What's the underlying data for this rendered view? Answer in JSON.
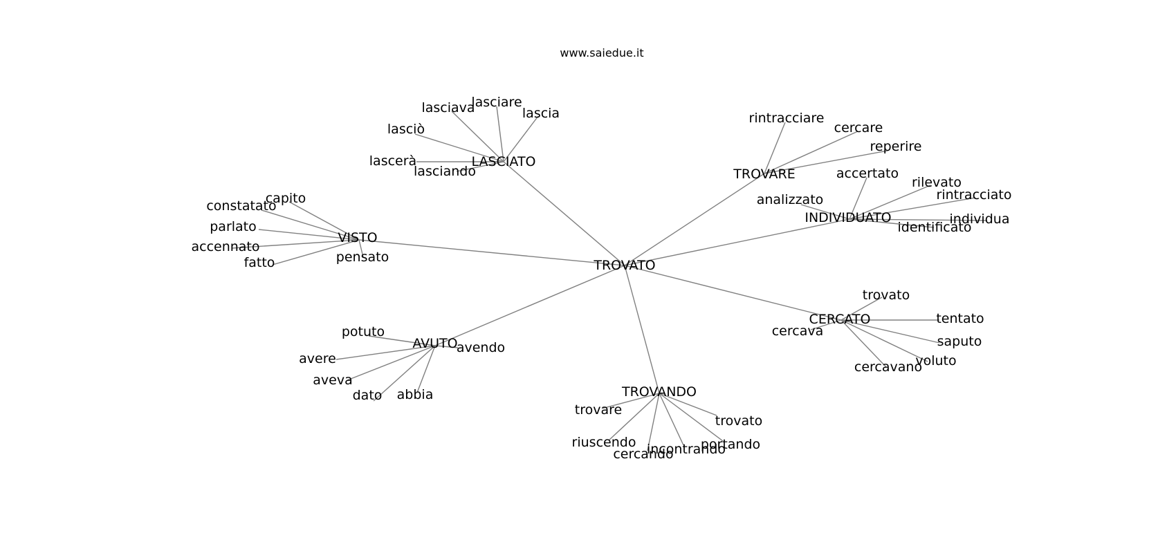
{
  "site": "www.saiedue.it",
  "colors": {
    "edge": "#808080",
    "text": "#000000",
    "background": "#ffffff"
  },
  "graph": {
    "center": "TROVATO",
    "hubs": [
      {
        "label": "LASCIATO",
        "leaves": [
          "lasciava",
          "lasciare",
          "lascia",
          "lasciò",
          "lascerà",
          "lasciando"
        ]
      },
      {
        "label": "TROVARE",
        "leaves": [
          "rintracciare",
          "cercare",
          "reperire"
        ]
      },
      {
        "label": "INDIVIDUATO",
        "leaves": [
          "accertato",
          "rilevato",
          "rintracciato",
          "analizzato",
          "individua",
          "identificato"
        ]
      },
      {
        "label": "VISTO",
        "leaves": [
          "capito",
          "constatato",
          "parlato",
          "accennato",
          "fatto",
          "pensato"
        ]
      },
      {
        "label": "CERCATO",
        "leaves": [
          "trovato",
          "tentato",
          "cercava",
          "saputo",
          "voluto",
          "cercavano"
        ]
      },
      {
        "label": "AVUTO",
        "leaves": [
          "potuto",
          "avendo",
          "avere",
          "aveva",
          "dato",
          "abbia"
        ]
      },
      {
        "label": "TROVANDO",
        "leaves": [
          "trovare",
          "trovato",
          "riuscendo",
          "cercando",
          "incontrando",
          "portando"
        ]
      }
    ]
  }
}
